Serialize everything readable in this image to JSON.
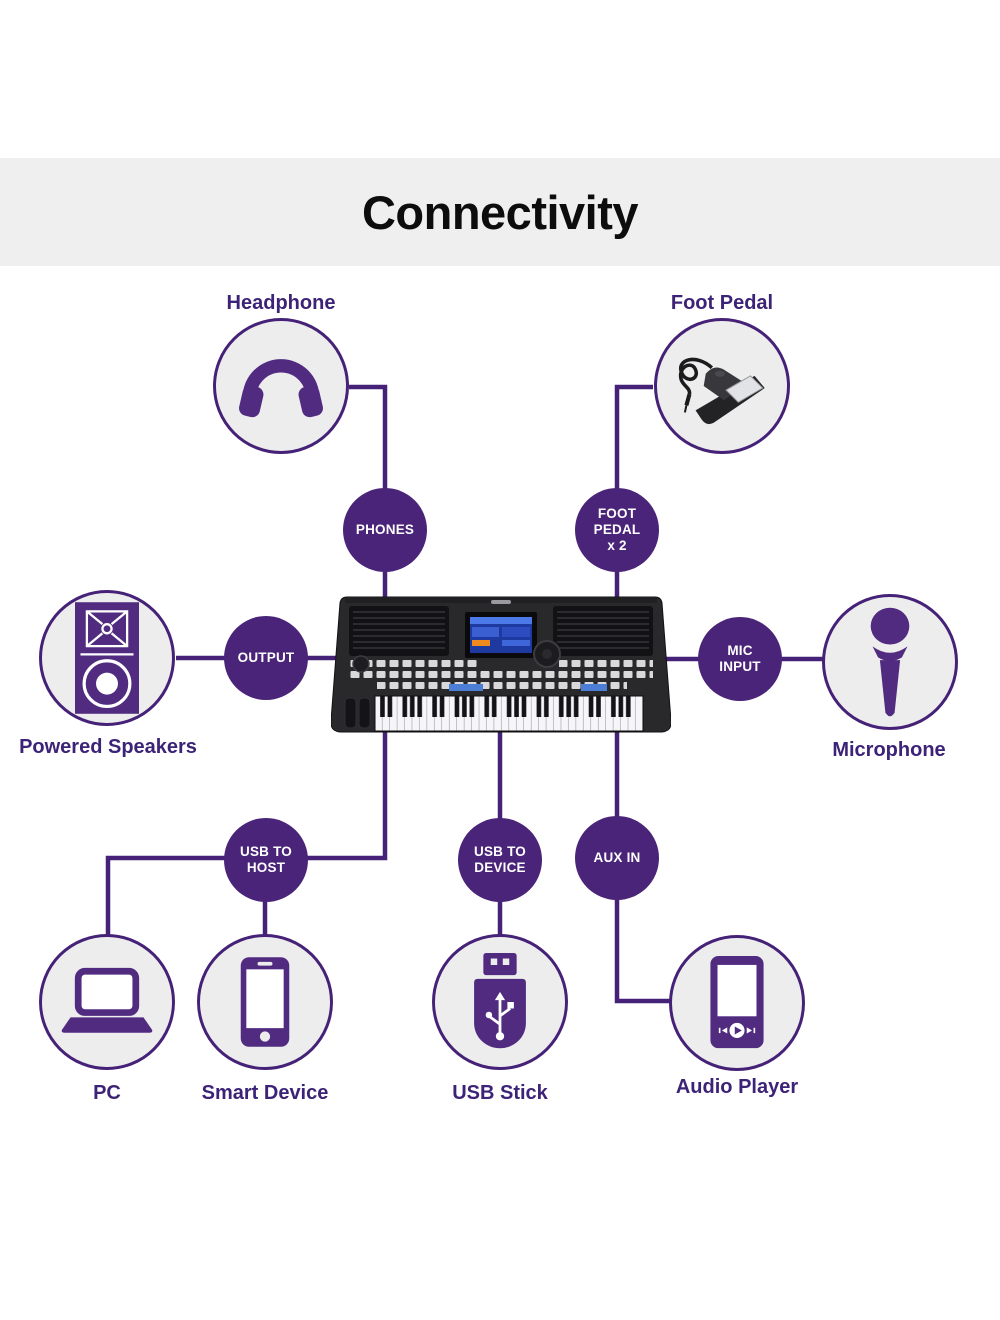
{
  "title": "Connectivity",
  "colors": {
    "band_background": "#efefef",
    "line_purple": "#452277",
    "badge_purple": "#4a2478",
    "icon_purple": "#512b80",
    "node_fill": "#ededee",
    "label_purple": "#3d2377",
    "title_color": "#0d0d0d"
  },
  "nodes": [
    {
      "id": "headphone",
      "label": "Headphone",
      "icon": "headphone-icon"
    },
    {
      "id": "foot-pedal",
      "label": "Foot Pedal",
      "icon": "foot-pedal-icon"
    },
    {
      "id": "powered-speakers",
      "label": "Powered Speakers",
      "icon": "speaker-icon"
    },
    {
      "id": "microphone",
      "label": "Microphone",
      "icon": "microphone-icon"
    },
    {
      "id": "pc",
      "label": "PC",
      "icon": "laptop-icon"
    },
    {
      "id": "smart-device",
      "label": "Smart Device",
      "icon": "smartphone-icon"
    },
    {
      "id": "usb-stick",
      "label": "USB Stick",
      "icon": "usb-stick-icon"
    },
    {
      "id": "audio-player",
      "label": "Audio Player",
      "icon": "audio-player-icon"
    }
  ],
  "ports": [
    {
      "id": "phones",
      "lines": [
        "PHONES"
      ]
    },
    {
      "id": "foot-pedal-jacks",
      "lines": [
        "FOOT",
        "PEDAL",
        "x 2"
      ]
    },
    {
      "id": "output",
      "lines": [
        "OUTPUT"
      ]
    },
    {
      "id": "mic-input",
      "lines": [
        "MIC",
        "INPUT"
      ]
    },
    {
      "id": "usb-to-host",
      "lines": [
        "USB TO",
        "HOST"
      ]
    },
    {
      "id": "usb-to-device",
      "lines": [
        "USB TO",
        "DEVICE"
      ]
    },
    {
      "id": "aux-in",
      "lines": [
        "AUX IN"
      ]
    }
  ]
}
